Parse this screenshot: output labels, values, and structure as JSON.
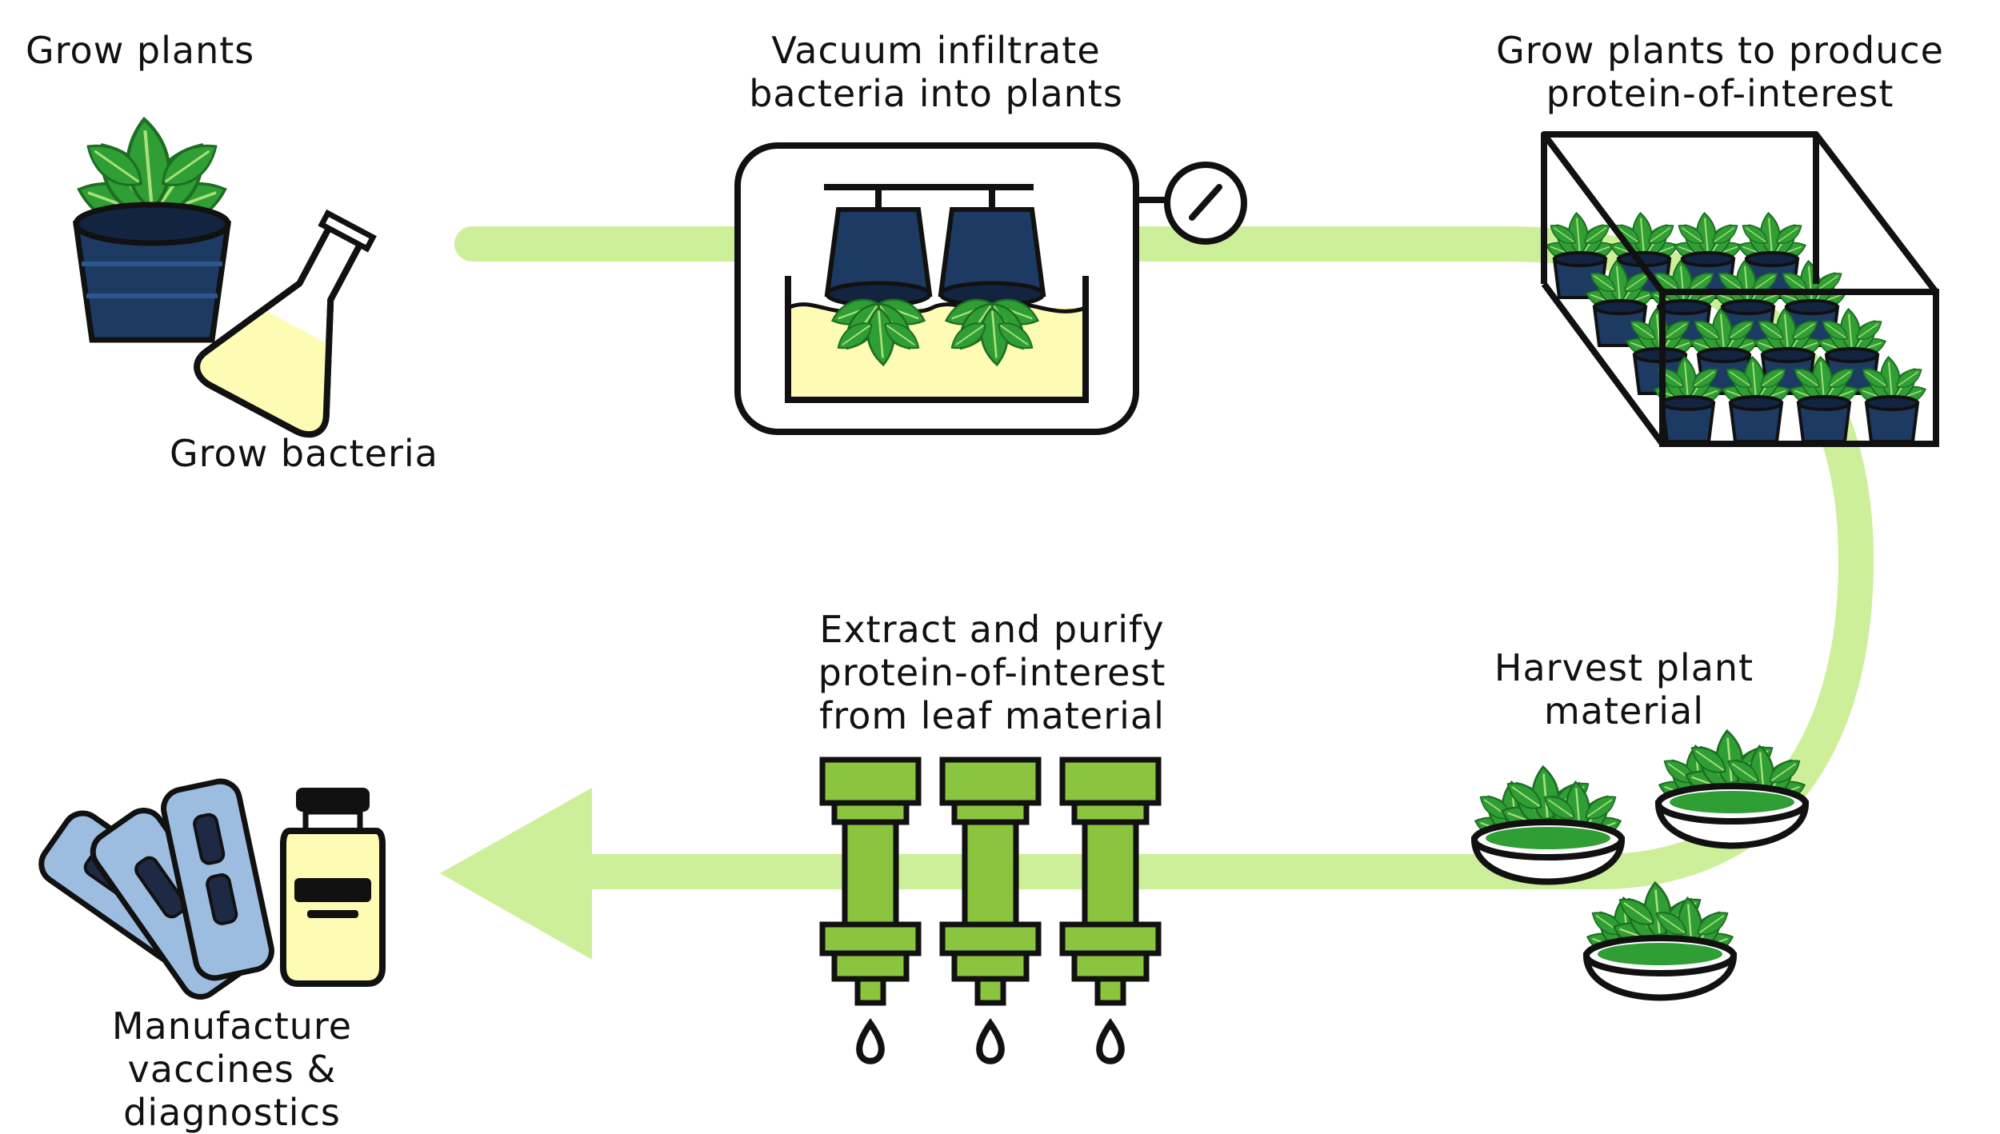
{
  "steps": {
    "grow_plants": {
      "label": "Grow plants"
    },
    "grow_bacteria": {
      "label": "Grow bacteria"
    },
    "vacuum": {
      "lines": [
        "Vacuum infiltrate",
        "bacteria into plants"
      ]
    },
    "produce": {
      "lines": [
        "Grow plants to produce",
        "protein-of-interest"
      ]
    },
    "harvest": {
      "lines": [
        "Harvest plant",
        "material"
      ]
    },
    "extract": {
      "lines": [
        "Extract and purify",
        "protein-of-interest",
        "from leaf material"
      ]
    },
    "manufacture": {
      "lines": [
        "Manufacture",
        "vaccines &",
        "diagnostics"
      ]
    }
  },
  "colors": {
    "flow_arrow": "#cdef9a",
    "leaf": "#2f9e34",
    "leaf_dark": "#1d6e22",
    "pot": "#1d3a63",
    "pot_rim": "#12243f",
    "culture": "#fdfbb4",
    "column": "#8bc43f",
    "test_strip": "#9dbde0",
    "outline": "#111111"
  },
  "icons": {
    "vacuum_chamber": "vacuum-chamber-icon",
    "pressure_gauge": "pressure-gauge-icon",
    "flask": "flask-icon",
    "greenhouse": "greenhouse-icon",
    "chromatography_columns": "chromatography-column-icon",
    "vial": "vaccine-vial-icon",
    "test_strips": "diagnostic-strip-icon"
  }
}
